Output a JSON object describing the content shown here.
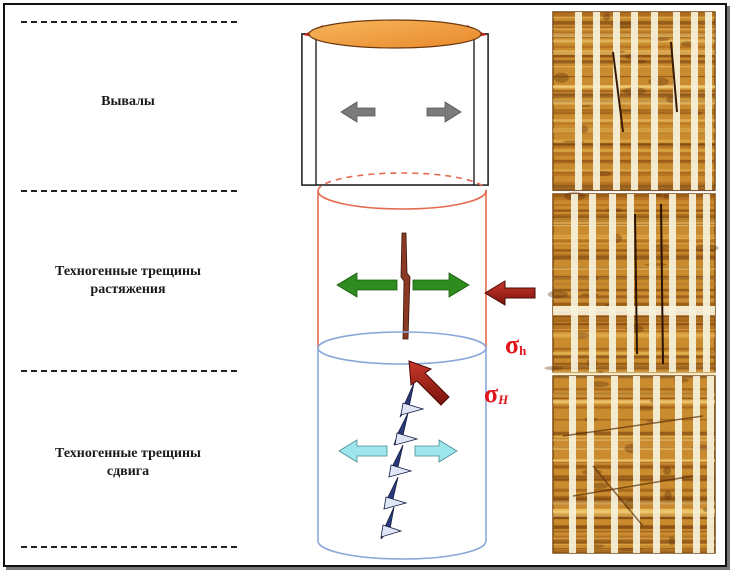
{
  "zones": [
    {
      "id": "breakout",
      "lines": [
        "Вывалы"
      ]
    },
    {
      "id": "tensile",
      "lines": [
        "Техногенные трещины",
        "растяжения"
      ]
    },
    {
      "id": "shear",
      "lines": [
        "Техногенные трещины",
        "сдвига"
      ]
    }
  ],
  "stress": {
    "sigma_h": {
      "symbol": "σ",
      "subscript": "h"
    },
    "sigma_H": {
      "symbol": "σ",
      "subscript": "H"
    }
  },
  "colors": {
    "casing_top": "#f5a44a",
    "breakout_arrow": "#7b7b7b",
    "tensile_arrow": "#2e8b1e",
    "shear_arrow": "#9ee6ee",
    "stress_arrow": "#9e1f17",
    "tensile_zone_outline": "#e46a4e",
    "shear_zone_outline": "#8aa8d8",
    "sigma_text": "#e0161b"
  },
  "icons": {
    "core_images": [
      "core-image-breakout",
      "core-image-tensile",
      "core-image-shear"
    ]
  }
}
